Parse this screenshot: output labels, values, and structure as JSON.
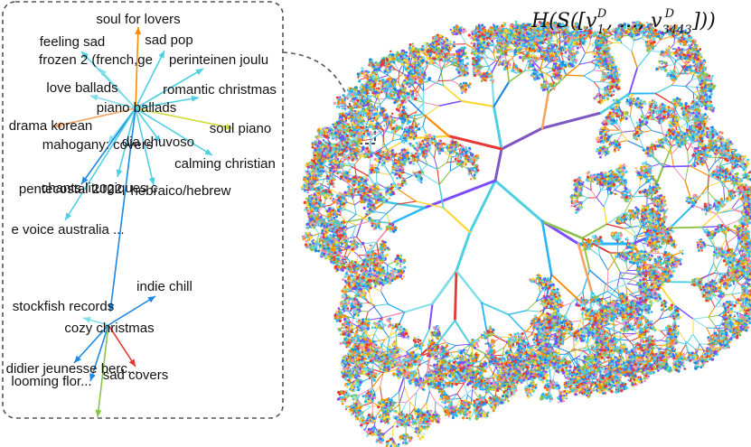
{
  "formula": {
    "prefix": "H(S([v",
    "sub1": "1",
    "sup1": "D",
    "mid": ", ..., v",
    "sub2": "3443",
    "sup2": "D",
    "suffix": "]))"
  },
  "zoom_panel": {
    "labels": [
      "soul for lovers",
      "sad pop",
      "feeling sad",
      "frozen 2 (french,ge",
      "perinteinen joulu",
      "love ballads",
      "romantic christmas",
      "piano ballads",
      "drama korean",
      "soul piano",
      "mahogany: covers",
      "dia chuvoso",
      "calming christian",
      "chants liturgiques c",
      "pentecostal 2022",
      "hebraico/hebrew",
      "e voice australia ...",
      "indie chill",
      "stockfish records",
      "cozy christmas",
      "didier jeunesse berc...",
      "looming flor...",
      "sad covers"
    ]
  },
  "colors": {
    "palette": [
      "#e53935",
      "#fb8c00",
      "#fdd835",
      "#8bc34a",
      "#4dd0e1",
      "#29b6f6",
      "#1e88e5",
      "#7c4dff",
      "#f48fb1",
      "#80deea"
    ],
    "trunk_purple": "#7e57c2",
    "panel_border": "#555555"
  }
}
